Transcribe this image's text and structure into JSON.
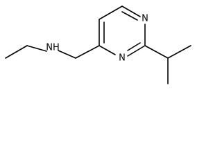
{
  "structure": {
    "atoms": {
      "amine_nitrogen": "NH",
      "ring_nitrogen_top": "N",
      "ring_nitrogen_bottom": "N"
    },
    "colors": {
      "background": "#ffffff",
      "ink": "#000000"
    }
  }
}
